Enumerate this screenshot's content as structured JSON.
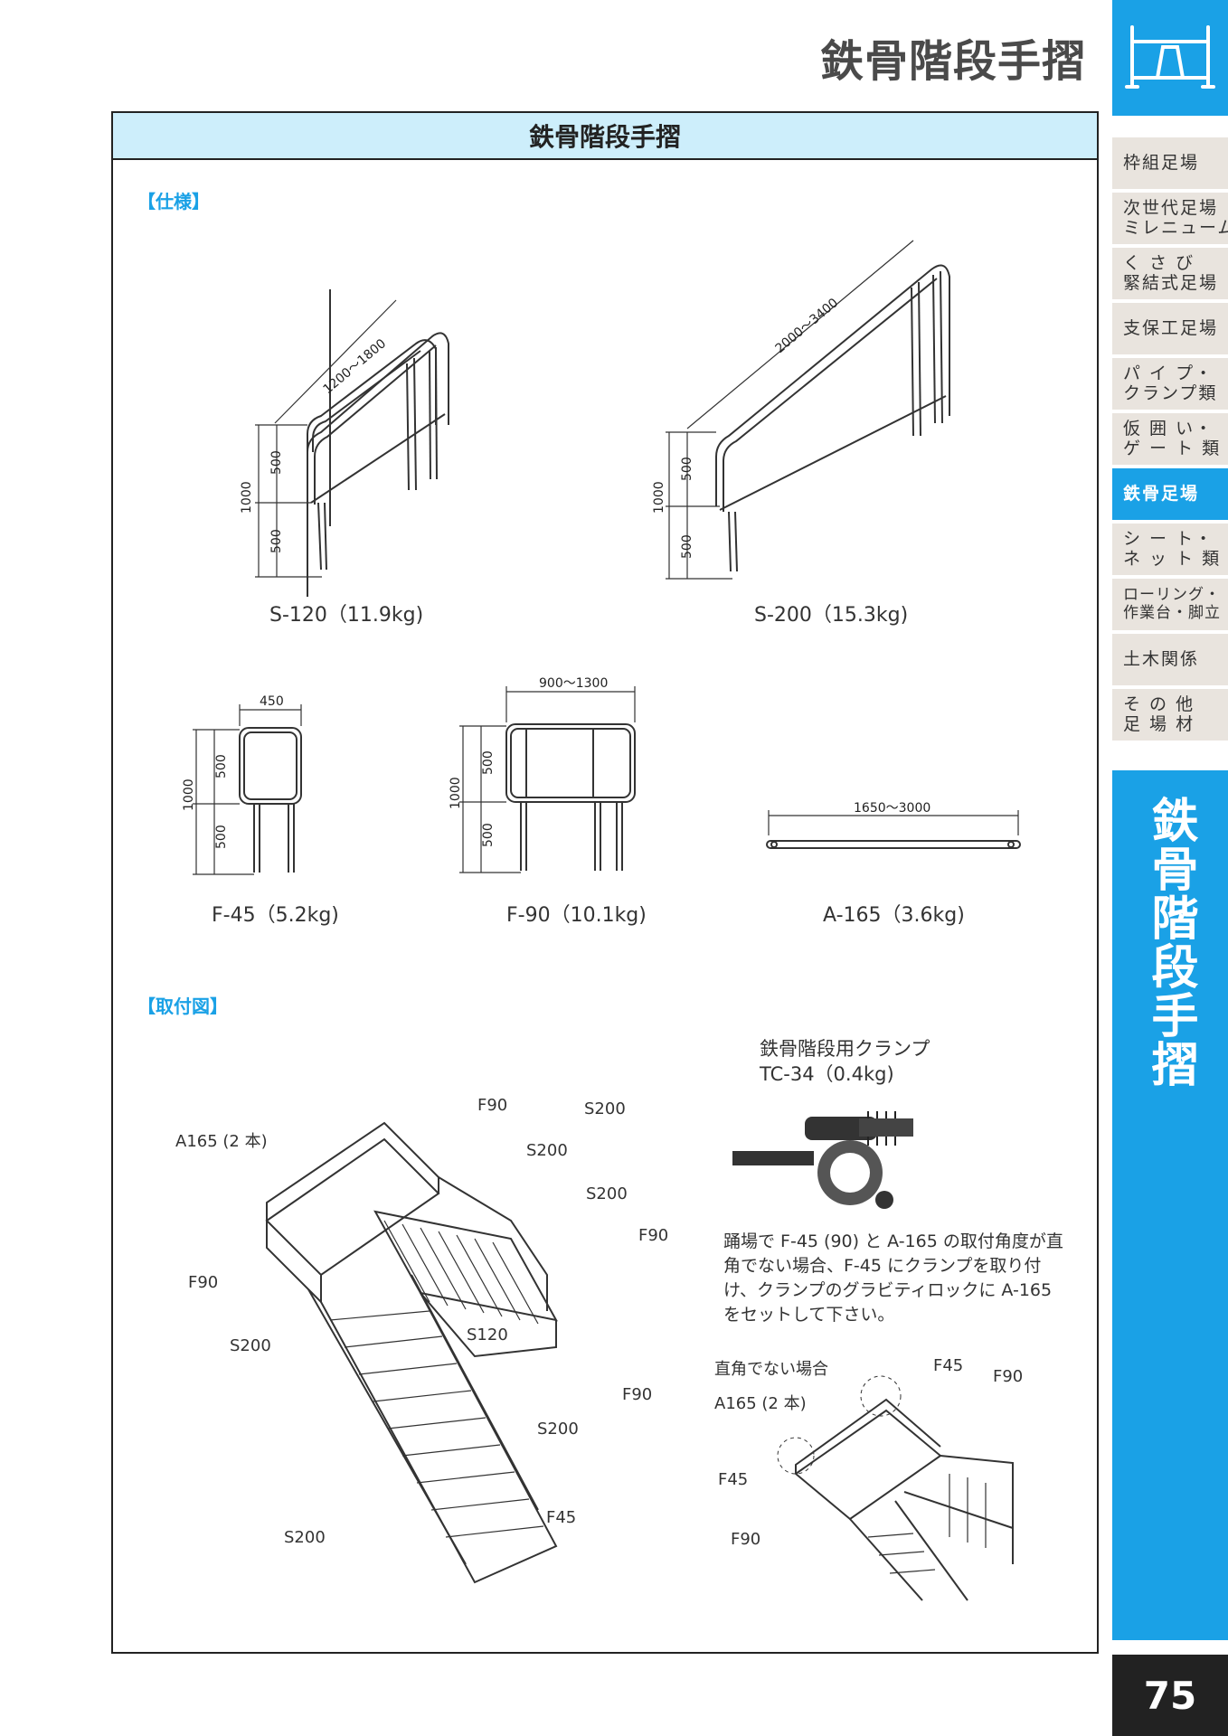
{
  "header": {
    "title": "鉄骨階段手摺"
  },
  "sidebar": {
    "items": [
      {
        "label": "枠組足場",
        "active": false
      },
      {
        "label": "次世代足場\nミレニューム",
        "active": false
      },
      {
        "label": "く さ び\n緊結式足場",
        "active": false
      },
      {
        "label": "支保工足場",
        "active": false
      },
      {
        "label": "パ イ プ・\nクランプ類",
        "active": false
      },
      {
        "label": "仮 囲 い・\nゲ ー ト 類",
        "active": false
      },
      {
        "label": "鉄骨足場",
        "active": true
      },
      {
        "label": "シ ー ト・\nネ ッ ト 類",
        "active": false
      },
      {
        "label": "ローリング・\n作業台・脚立",
        "active": false
      },
      {
        "label": "土木関係",
        "active": false
      },
      {
        "label": "そ の 他\n足 場 材",
        "active": false
      }
    ],
    "section_vertical": "鉄骨階段手摺",
    "page_number": "75"
  },
  "frame": {
    "title": "鉄骨階段手摺"
  },
  "spec": {
    "label": "【仕様】",
    "products": [
      {
        "name": "S-120（11.9kg)",
        "dims": [
          "1200〜1800",
          "500",
          "500",
          "1000"
        ]
      },
      {
        "name": "S-200（15.3kg)",
        "dims": [
          "2000〜3400",
          "500",
          "500",
          "1000"
        ]
      },
      {
        "name": "F-45（5.2kg)",
        "dims": [
          "450",
          "500",
          "500",
          "1000"
        ]
      },
      {
        "name": "F-90（10.1kg)",
        "dims": [
          "900〜1300",
          "500",
          "500",
          "1000"
        ]
      },
      {
        "name": "A-165（3.6kg)",
        "dims": [
          "1650〜3000"
        ]
      }
    ]
  },
  "install": {
    "label": "【取付図】",
    "callouts": [
      "F90",
      "S200",
      "A165 (2 本)",
      "S200",
      "S200",
      "F90",
      "F90",
      "S200",
      "S120",
      "F90",
      "S200",
      "S200",
      "F45"
    ],
    "clamp_title": "鉄骨階段用クランプ",
    "clamp_name": "TC-34（0.4kg)",
    "note": "踊場で F-45 (90) と A-165 の取付角度が直角でない場合、F-45 にクランプを取り付け、クランプのグラビティロックに A-165 をセットして下さい。",
    "detail_callouts": [
      "直角でない場合",
      "F45",
      "F90",
      "A165 (2 本)",
      "F45",
      "F90"
    ]
  }
}
